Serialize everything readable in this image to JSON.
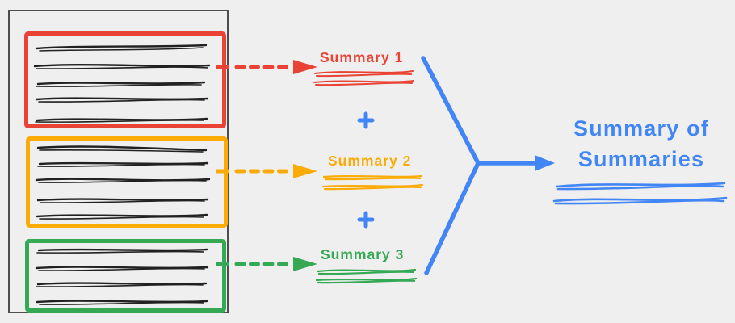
{
  "colors": {
    "background": "#efefef",
    "ink": "#212121",
    "document_border": "#4d4d4d",
    "red": "#e94335",
    "yellow": "#fbab05",
    "green": "#34a853",
    "blue": "#4285f4"
  },
  "document": {
    "chunks": [
      {
        "id": "chunk-1",
        "color": "#e94335",
        "scribble_lines": 5
      },
      {
        "id": "chunk-2",
        "color": "#fbab05",
        "scribble_lines": 5
      },
      {
        "id": "chunk-3",
        "color": "#34a853",
        "scribble_lines": 4
      }
    ]
  },
  "summaries": [
    {
      "label": "Summary 1",
      "color": "#e94335"
    },
    {
      "label": "Summary 2",
      "color": "#fbab05"
    },
    {
      "label": "Summary 3",
      "color": "#34a853"
    }
  ],
  "operators": {
    "plus": "+"
  },
  "result": {
    "label": "Summary of Summaries",
    "color": "#4285f4"
  },
  "icons": {
    "dashed_arrow": "dashed-line-with-triangle-arrowhead",
    "merge_arrow": "y-shaped-converging-arrow",
    "plus": "hand-drawn-plus-sign"
  }
}
